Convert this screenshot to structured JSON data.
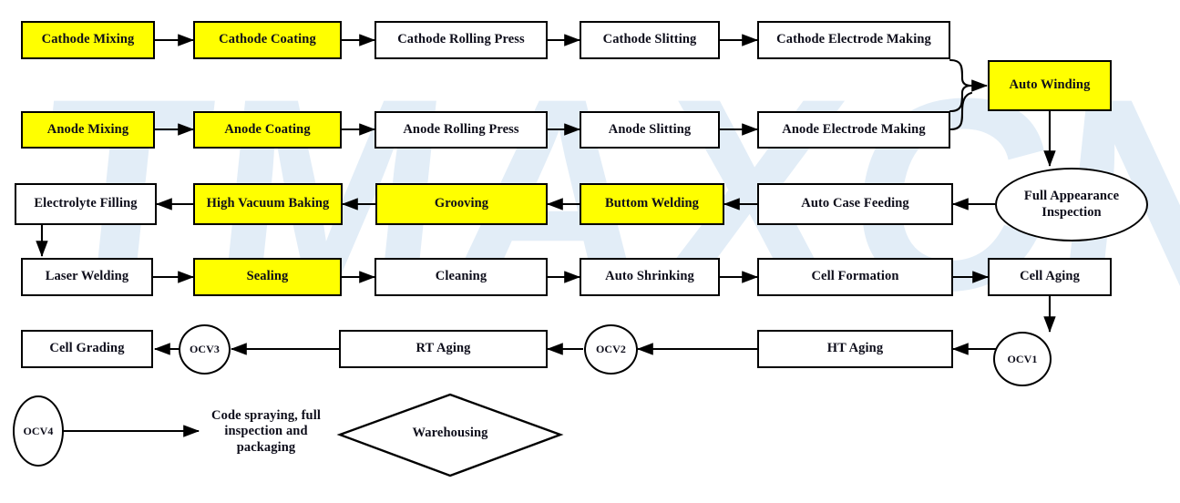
{
  "meta": {
    "watermark_text": "TMAXCN",
    "watermark_color": "#ddeaf6",
    "highlight_color": "#FFFF00",
    "box_fill": "#FFFFFF",
    "stroke_color": "#000000"
  },
  "chart_data": {
    "type": "diagram",
    "title": "Lithium Battery Cell Production Process Flowchart",
    "nodes": [
      {
        "id": "cathode_mixing",
        "label": "Cathode Mixing",
        "shape": "rect",
        "row": 1,
        "highlighted": true
      },
      {
        "id": "cathode_coating",
        "label": "Cathode Coating",
        "shape": "rect",
        "row": 1,
        "highlighted": true
      },
      {
        "id": "cathode_rolling_press",
        "label": "Cathode Rolling Press",
        "shape": "rect",
        "row": 1,
        "highlighted": false
      },
      {
        "id": "cathode_slitting",
        "label": "Cathode Slitting",
        "shape": "rect",
        "row": 1,
        "highlighted": false
      },
      {
        "id": "cathode_electrode_making",
        "label": "Cathode Electrode Making",
        "shape": "rect",
        "row": 1,
        "highlighted": false
      },
      {
        "id": "auto_winding",
        "label": "Auto Winding",
        "shape": "rect",
        "row": 1,
        "highlighted": true
      },
      {
        "id": "anode_mixing",
        "label": "Anode Mixing",
        "shape": "rect",
        "row": 2,
        "highlighted": true
      },
      {
        "id": "anode_coating",
        "label": "Anode Coating",
        "shape": "rect",
        "row": 2,
        "highlighted": true
      },
      {
        "id": "anode_rolling_press",
        "label": "Anode Rolling Press",
        "shape": "rect",
        "row": 2,
        "highlighted": false
      },
      {
        "id": "anode_slitting",
        "label": "Anode Slitting",
        "shape": "rect",
        "row": 2,
        "highlighted": false
      },
      {
        "id": "anode_electrode_making",
        "label": "Anode Electrode Making",
        "shape": "rect",
        "row": 2,
        "highlighted": false
      },
      {
        "id": "electrolyte_filling",
        "label": "Electrolyte Filling",
        "shape": "rect",
        "row": 3,
        "highlighted": false
      },
      {
        "id": "high_vacuum_baking",
        "label": "High Vacuum Baking",
        "shape": "rect",
        "row": 3,
        "highlighted": true
      },
      {
        "id": "grooving",
        "label": "Grooving",
        "shape": "rect",
        "row": 3,
        "highlighted": true
      },
      {
        "id": "buttom_welding",
        "label": "Buttom Welding",
        "shape": "rect",
        "row": 3,
        "highlighted": true
      },
      {
        "id": "auto_case_feeding",
        "label": "Auto Case Feeding",
        "shape": "rect",
        "row": 3,
        "highlighted": false
      },
      {
        "id": "full_appearance_inspection",
        "label": "Full Appearance Inspection",
        "shape": "ellipse",
        "row": 3,
        "highlighted": false
      },
      {
        "id": "laser_welding",
        "label": "Laser Welding",
        "shape": "rect",
        "row": 4,
        "highlighted": false
      },
      {
        "id": "sealing",
        "label": "Sealing",
        "shape": "rect",
        "row": 4,
        "highlighted": true
      },
      {
        "id": "cleaning",
        "label": "Cleaning",
        "shape": "rect",
        "row": 4,
        "highlighted": false
      },
      {
        "id": "auto_shrinking",
        "label": "Auto Shrinking",
        "shape": "rect",
        "row": 4,
        "highlighted": false
      },
      {
        "id": "cell_formation",
        "label": "Cell Formation",
        "shape": "rect",
        "row": 4,
        "highlighted": false
      },
      {
        "id": "cell_aging",
        "label": "Cell Aging",
        "shape": "rect",
        "row": 4,
        "highlighted": false
      },
      {
        "id": "cell_grading",
        "label": "Cell Grading",
        "shape": "rect",
        "row": 5,
        "highlighted": false
      },
      {
        "id": "ocv3",
        "label": "OCV3",
        "shape": "circle",
        "row": 5,
        "highlighted": false
      },
      {
        "id": "rt_aging",
        "label": "RT Aging",
        "shape": "rect",
        "row": 5,
        "highlighted": false
      },
      {
        "id": "ocv2",
        "label": "OCV2",
        "shape": "circle",
        "row": 5,
        "highlighted": false
      },
      {
        "id": "ht_aging",
        "label": "HT Aging",
        "shape": "rect",
        "row": 5,
        "highlighted": false
      },
      {
        "id": "ocv1",
        "label": "OCV1",
        "shape": "circle",
        "row": 5,
        "highlighted": false
      },
      {
        "id": "ocv4",
        "label": "OCV4",
        "shape": "circle",
        "row": 6,
        "highlighted": false
      },
      {
        "id": "code_spraying",
        "label": "Code spraying, full inspection and packaging",
        "shape": "text",
        "row": 6,
        "highlighted": false
      },
      {
        "id": "warehousing",
        "label": "Warehousing",
        "shape": "diamond",
        "row": 6,
        "highlighted": false
      }
    ],
    "edges": [
      {
        "from": "cathode_mixing",
        "to": "cathode_coating",
        "dir": "right"
      },
      {
        "from": "cathode_coating",
        "to": "cathode_rolling_press",
        "dir": "right"
      },
      {
        "from": "cathode_rolling_press",
        "to": "cathode_slitting",
        "dir": "right"
      },
      {
        "from": "cathode_slitting",
        "to": "cathode_electrode_making",
        "dir": "right"
      },
      {
        "from": "anode_mixing",
        "to": "anode_coating",
        "dir": "right"
      },
      {
        "from": "anode_coating",
        "to": "anode_rolling_press",
        "dir": "right"
      },
      {
        "from": "anode_rolling_press",
        "to": "anode_slitting",
        "dir": "right"
      },
      {
        "from": "anode_slitting",
        "to": "anode_electrode_making",
        "dir": "right"
      },
      {
        "from": "cathode_electrode_making",
        "to": "auto_winding",
        "dir": "brace"
      },
      {
        "from": "anode_electrode_making",
        "to": "auto_winding",
        "dir": "brace"
      },
      {
        "from": "auto_winding",
        "to": "full_appearance_inspection",
        "dir": "down"
      },
      {
        "from": "full_appearance_inspection",
        "to": "auto_case_feeding",
        "dir": "left"
      },
      {
        "from": "auto_case_feeding",
        "to": "buttom_welding",
        "dir": "left"
      },
      {
        "from": "buttom_welding",
        "to": "grooving",
        "dir": "left"
      },
      {
        "from": "grooving",
        "to": "high_vacuum_baking",
        "dir": "left"
      },
      {
        "from": "high_vacuum_baking",
        "to": "electrolyte_filling",
        "dir": "left"
      },
      {
        "from": "electrolyte_filling",
        "to": "laser_welding",
        "dir": "down"
      },
      {
        "from": "laser_welding",
        "to": "sealing",
        "dir": "right"
      },
      {
        "from": "sealing",
        "to": "cleaning",
        "dir": "right"
      },
      {
        "from": "cleaning",
        "to": "auto_shrinking",
        "dir": "right"
      },
      {
        "from": "auto_shrinking",
        "to": "cell_formation",
        "dir": "right"
      },
      {
        "from": "cell_formation",
        "to": "cell_aging",
        "dir": "right"
      },
      {
        "from": "cell_aging",
        "to": "ocv1",
        "dir": "down"
      },
      {
        "from": "ocv1",
        "to": "ht_aging",
        "dir": "left"
      },
      {
        "from": "ht_aging",
        "to": "ocv2",
        "dir": "left"
      },
      {
        "from": "ocv2",
        "to": "rt_aging",
        "dir": "left"
      },
      {
        "from": "rt_aging",
        "to": "ocv3",
        "dir": "left"
      },
      {
        "from": "ocv3",
        "to": "cell_grading",
        "dir": "left"
      },
      {
        "from": "ocv4",
        "to": "code_spraying",
        "dir": "right"
      }
    ]
  },
  "flow": {
    "row1": {
      "n1": "Cathode Mixing",
      "n2": "Cathode Coating",
      "n3": "Cathode Rolling Press",
      "n4": "Cathode Slitting",
      "n5": "Cathode Electrode Making",
      "n6": "Auto Winding"
    },
    "row2": {
      "n1": "Anode Mixing",
      "n2": "Anode Coating",
      "n3": "Anode Rolling Press",
      "n4": "Anode Slitting",
      "n5": "Anode Electrode Making"
    },
    "row3": {
      "n1": "Electrolyte Filling",
      "n2": "High Vacuum Baking",
      "n3": "Grooving",
      "n4": "Buttom Welding",
      "n5": "Auto Case Feeding",
      "n6_line1": "Full Appearance",
      "n6_line2": "Inspection"
    },
    "row4": {
      "n1": "Laser Welding",
      "n2": "Sealing",
      "n3": "Cleaning",
      "n4": "Auto Shrinking",
      "n5": "Cell Formation",
      "n6": "Cell Aging"
    },
    "row5": {
      "n1": "Cell Grading",
      "n2": "OCV3",
      "n3": "RT Aging",
      "n4": "OCV2",
      "n5": "HT Aging",
      "n6": "OCV1"
    },
    "row6": {
      "n1": "OCV4",
      "n2_line1": "Code spraying, full",
      "n2_line2": "inspection and",
      "n2_line3": "packaging",
      "n3": "Warehousing"
    }
  }
}
